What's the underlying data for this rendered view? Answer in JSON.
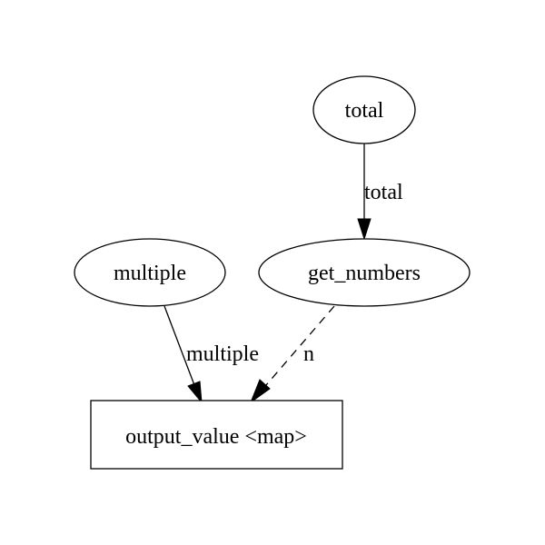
{
  "nodes": {
    "total": {
      "label": "total",
      "shape": "ellipse"
    },
    "multiple": {
      "label": "multiple",
      "shape": "ellipse"
    },
    "get_numbers": {
      "label": "get_numbers",
      "shape": "ellipse"
    },
    "output_value": {
      "label": "output_value <map>",
      "shape": "box"
    }
  },
  "edges": [
    {
      "from": "total",
      "to": "get_numbers",
      "label": "total",
      "style": "solid"
    },
    {
      "from": "multiple",
      "to": "output_value",
      "label": "multiple",
      "style": "solid"
    },
    {
      "from": "get_numbers",
      "to": "output_value",
      "label": "n",
      "style": "dashed"
    }
  ],
  "colors": {
    "stroke": "#000000",
    "fill": "#ffffff",
    "text": "#000000"
  }
}
